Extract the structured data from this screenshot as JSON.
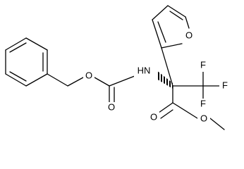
{
  "molecule": {
    "atoms": {
      "nh": "HN",
      "o_carbonyl_carbamate": "O",
      "o_ester_carbamate": "O",
      "o_furan": "O",
      "f1": "F",
      "f2": "F",
      "f3": "F",
      "o_carbonyl_ester": "O",
      "o_methoxy": "O"
    }
  }
}
